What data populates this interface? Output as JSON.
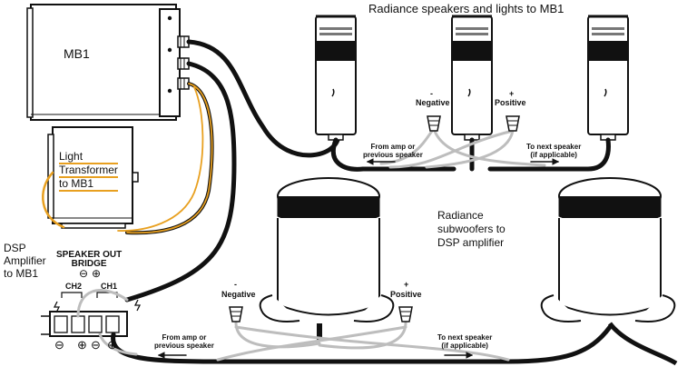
{
  "labels": {
    "mb1": "MB1",
    "radiance_title": "Radiance speakers and lights to MB1",
    "light_transformer": [
      "Light",
      "Transformer",
      "to MB1"
    ],
    "dsp_amplifier": [
      "DSP",
      "Amplifier",
      "to MB1"
    ],
    "speaker_out_bridge": [
      "SPEAKER OUT",
      "BRIDGE"
    ],
    "ch2": "CH2",
    "ch1": "CH1",
    "subwoofers": [
      "Radiance",
      "subwoofers to",
      "DSP amplifier"
    ],
    "negative": "Negative",
    "positive": "Positive",
    "minus_sign": "-",
    "plus_sign": "+",
    "from_amp": [
      "From amp or",
      "previous speaker"
    ],
    "to_next": [
      "To next speaker",
      "(if applicable)"
    ],
    "terminal_minus": "⊖",
    "terminal_plus": "⊕"
  },
  "colors": {
    "cable": "#111111",
    "light_wire": "#e8a020",
    "outline": "#111111",
    "wire_light": "#bdbdbd"
  }
}
